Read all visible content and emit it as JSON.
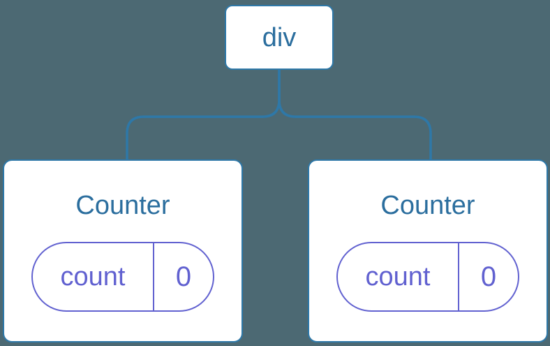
{
  "colors": {
    "background": "#4C6973",
    "line_blue": "#2E78A8",
    "node_text_blue": "#2B6E9E",
    "state_purple": "#6161D0",
    "node_fill": "#FFFFFF"
  },
  "tree": {
    "root": {
      "label": "div"
    },
    "children": [
      {
        "title": "Counter",
        "state": {
          "key": "count",
          "value": "0"
        }
      },
      {
        "title": "Counter",
        "state": {
          "key": "count",
          "value": "0"
        }
      }
    ]
  }
}
